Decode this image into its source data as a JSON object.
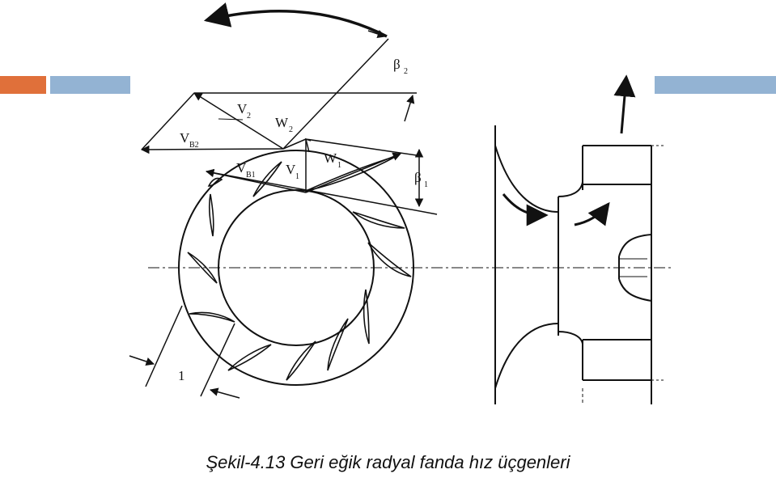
{
  "colors": {
    "accent_orange": "#E0703A",
    "accent_blue": "#93B3D3"
  },
  "labels": {
    "beta2": "β",
    "beta2_sub": "2",
    "v2": "V",
    "v2_sub": "2",
    "w2": "W",
    "w2_sub": "2",
    "vb2": "V",
    "vb2_sub": "B2",
    "vb1": "V",
    "vb1_sub": "B1",
    "v1": "V",
    "v1_sub": "1",
    "w1": "W",
    "w1_sub": "1",
    "beta1": "β",
    "beta1_sub": "1",
    "pitch": "1"
  },
  "caption": "Şekil-4.13 Geri eğik radyal fanda hız üçgenleri"
}
